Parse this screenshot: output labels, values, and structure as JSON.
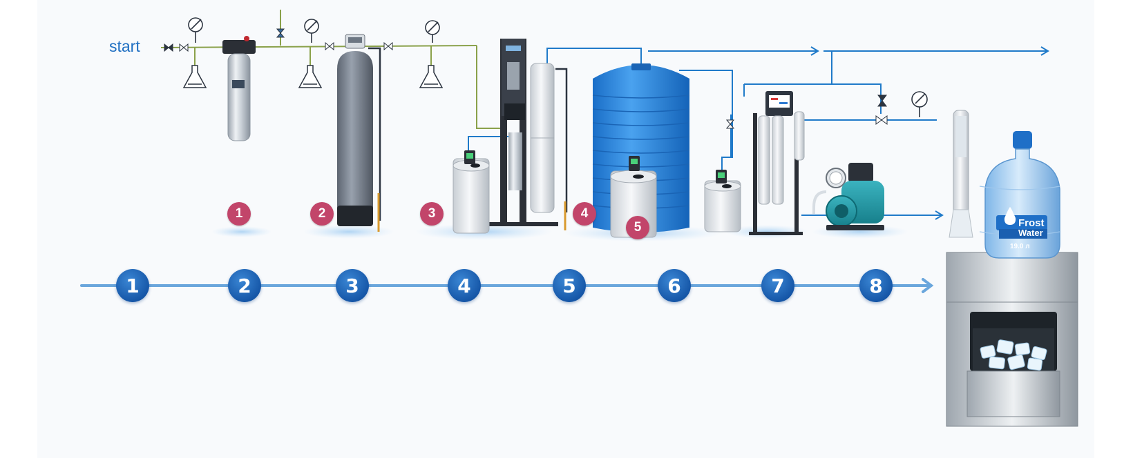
{
  "start_label": "start",
  "equipment_badges": [
    "1",
    "2",
    "3",
    "4",
    "5"
  ],
  "process_steps": [
    "1",
    "2",
    "3",
    "4",
    "5",
    "6",
    "7",
    "8"
  ],
  "bottle_brand": {
    "line1": "Frost",
    "line2": "Water",
    "volume": "19.0 л"
  },
  "colors": {
    "pipe_supply": "#8aa14a",
    "pipe_clean": "#1f7ac9",
    "badge": "#c2456a",
    "step_circle": "#1657a8",
    "timeline": "#6aa6dc",
    "tank": "#2f86d8"
  }
}
